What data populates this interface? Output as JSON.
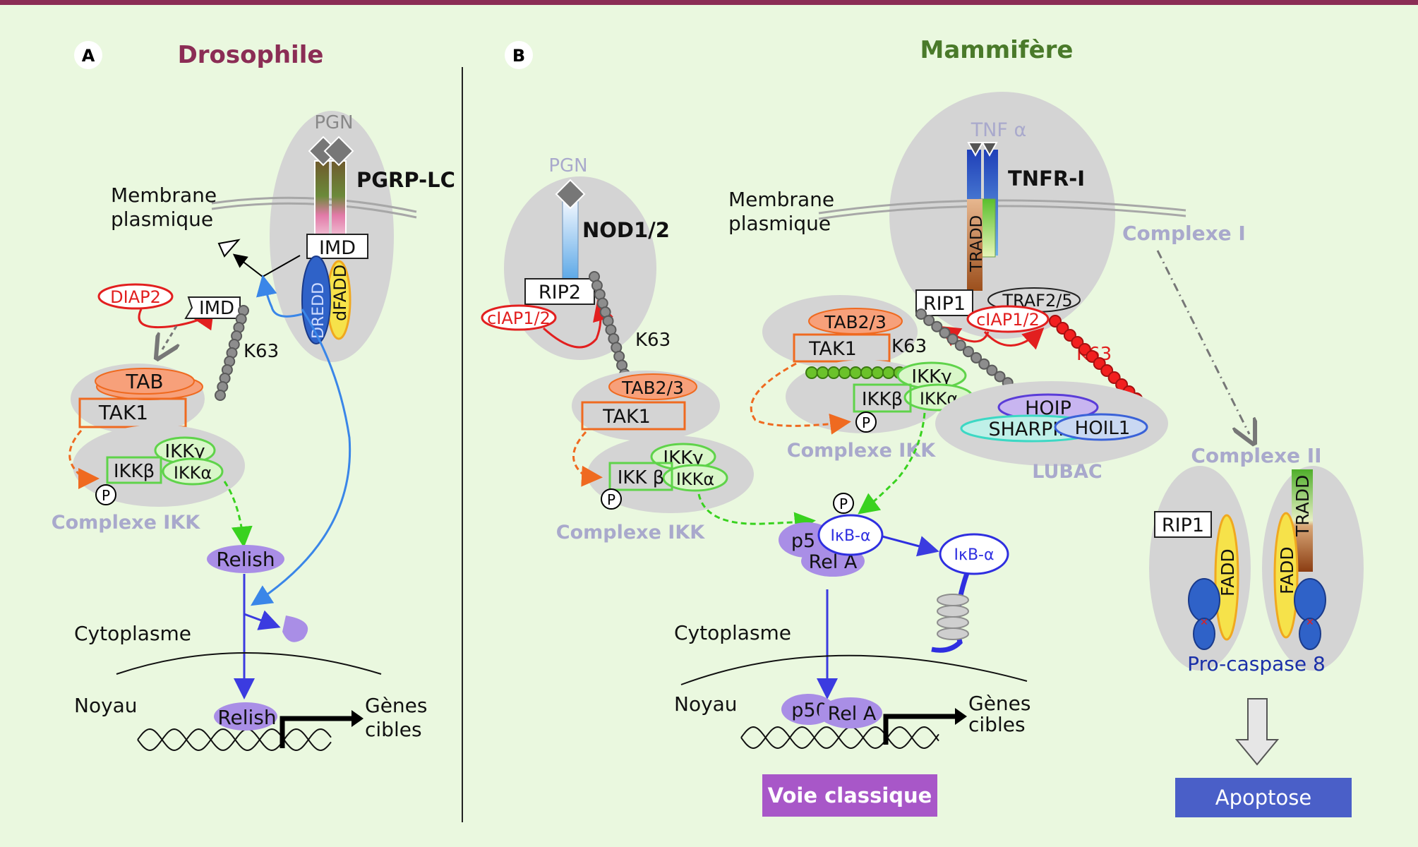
{
  "panel_a": {
    "badge": "A",
    "title": "Drosophile",
    "pgn": "PGN",
    "receptor": "PGRP-LC",
    "membrane_1": "Membrane",
    "membrane_2": "plasmique",
    "imd_receptor": "IMD",
    "imd": "IMD",
    "diap2": "DIAP2",
    "dredd": "DREDD",
    "dfadd": "dFADD",
    "k63": "K63",
    "tab": "TAB",
    "tak1": "TAK1",
    "ikkg": "IKKγ",
    "ikkb": "IKKβ",
    "ikka": "IKKα",
    "p": "P",
    "ikk_complex": "Complexe IKK",
    "relish": "Relish",
    "cytoplasme": "Cytoplasme",
    "noyau": "Noyau",
    "relish_nucleus": "Relish",
    "genes_1": "Gènes",
    "genes_2": "cibles"
  },
  "panel_b": {
    "badge": "B",
    "title": "Mammifère",
    "pgn": "PGN",
    "nod": "NOD1/2",
    "rip2": "RIP2",
    "ciap_left": "cIAP1/2",
    "k63_left": "K63",
    "tab23_left": "TAB2/3",
    "tak1_left": "TAK1",
    "ikkg_left": "IKKγ",
    "ikkb_left": "IKK β",
    "ikka_left": "IKKα",
    "p_left": "P",
    "ikk_complex_left": "Complexe IKK",
    "tnf": "TNF α",
    "tnfr": "TNFR-I",
    "membrane_1": "Membrane",
    "membrane_2": "plasmique",
    "tradd": "TRADD",
    "complexe1": "Complexe I",
    "rip1": "RIP1",
    "traf": "TRAF2/5",
    "ciap_right": "cIAP1/2",
    "tab23_right": "TAB2/3",
    "tak1_right": "TAK1",
    "k63_mid": "K63",
    "k63_red": "K63",
    "ikkg_right": "IKKγ",
    "ikkb_right": "IKKβ",
    "ikka_right": "IKKα",
    "p_right": "P",
    "ikk_complex_right": "Complexe IKK",
    "hoip": "HOIP",
    "sharpin": "SHARPIN",
    "hoil1": "HOIL1",
    "lubac": "LUBAC",
    "p_ikb": "P",
    "p5": "p5",
    "ikba": "IκB-α",
    "rela": "Rel A",
    "ikba_free": "IκB-α",
    "cytoplasme": "Cytoplasme",
    "noyau": "Noyau",
    "p50": "p50",
    "rela_nucleus": "Rel A",
    "genes_1": "Gènes",
    "genes_2": "cibles",
    "voie": "Voie classique",
    "complexe2": "Complexe II",
    "rip1_c2": "RIP1",
    "fadd_a": "FADD",
    "fadd_b": "FADD",
    "tradd_c2": "TRADD",
    "procaspase": "Pro-caspase 8",
    "apoptose": "Apoptose"
  },
  "colors": {
    "top_bar": "#8b2d55",
    "drosophila_title": "#8b2d55",
    "mammal_title": "#4a7a2a",
    "complex_label": "#a9a9cc",
    "voie_box": "#a857c8",
    "apoptose_box": "#4a5fc8",
    "ikk_green": "#5fd34a",
    "tab_orange": "#f7a07a"
  }
}
